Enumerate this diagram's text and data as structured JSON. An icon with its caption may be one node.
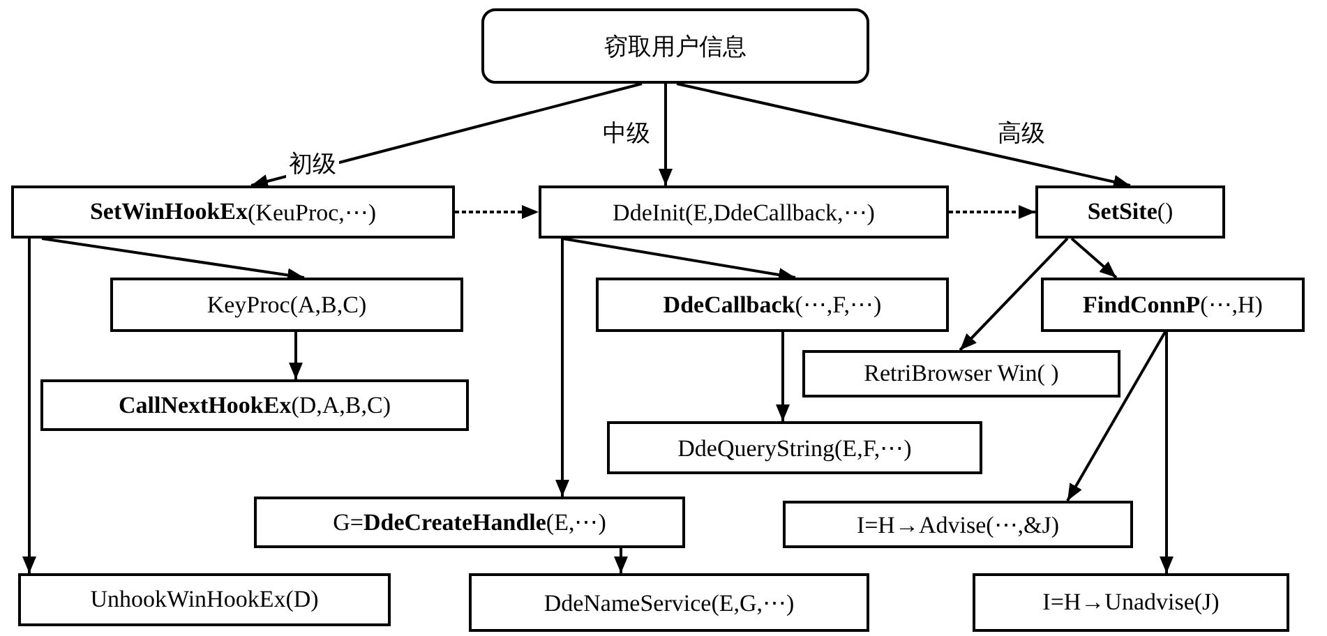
{
  "diagram": {
    "nodes": [
      {
        "text": [
          "窃取用户信息"
        ]
      },
      {
        "text": [
          "**SetWinHookEx**(KeuProc,⋯)"
        ]
      },
      {
        "text": [
          "DdeInit(E,DdeCallback,⋯)"
        ]
      },
      {
        "text": [
          "**SetSite**()"
        ]
      },
      {
        "text": [
          "KeyProc(A,B,C)"
        ]
      },
      {
        "text": [
          "**DdeCallback**(⋯,F,⋯)"
        ]
      },
      {
        "text": [
          "**FindConnP**(⋯,H)"
        ]
      },
      {
        "text": [
          "RetriBrowser Win( )"
        ]
      },
      {
        "text": [
          "**CallNextHookEx**(D,A,B,C)"
        ]
      },
      {
        "text": [
          "DdeQueryString(E,F,⋯)"
        ]
      },
      {
        "text": [
          "G=**DdeCreateHandle**(E,⋯)"
        ]
      },
      {
        "text": [
          "I=H→Advise(⋯,&J)"
        ]
      },
      {
        "text": [
          "UnhookWinHookEx(D)"
        ]
      },
      {
        "text": [
          "DdeNameService(E,G,⋯)"
        ]
      },
      {
        "text": [
          "I=H→Unadvise(J)"
        ]
      }
    ],
    "edges": [
      {
        "from": 0,
        "to": 1,
        "arrow": "to",
        "label": "初级"
      },
      {
        "from": 0,
        "to": 2,
        "arrow": "to",
        "label": "中级"
      },
      {
        "from": 0,
        "to": 3,
        "arrow": "to",
        "label": "高级"
      },
      {
        "from": 1,
        "to": 2,
        "arrow": "to",
        "style": "dashed"
      },
      {
        "from": 2,
        "to": 3,
        "arrow": "to",
        "style": "dashed"
      },
      {
        "from": 1,
        "to": 4,
        "arrow": "to"
      },
      {
        "from": 1,
        "to": 12,
        "arrow": "to"
      },
      {
        "from": 4,
        "to": 8,
        "arrow": "to"
      },
      {
        "from": 2,
        "to": 5,
        "arrow": "to"
      },
      {
        "from": 2,
        "to": 10,
        "arrow": "to"
      },
      {
        "from": 5,
        "to": 9,
        "arrow": "to"
      },
      {
        "from": 3,
        "to": 6,
        "arrow": "to"
      },
      {
        "from": 3,
        "to": 7,
        "arrow": "to"
      },
      {
        "from": 6,
        "to": 11,
        "arrow": "to"
      },
      {
        "from": 6,
        "to": 14,
        "arrow": "to"
      },
      {
        "from": 10,
        "to": 13,
        "arrow": "to"
      }
    ]
  }
}
